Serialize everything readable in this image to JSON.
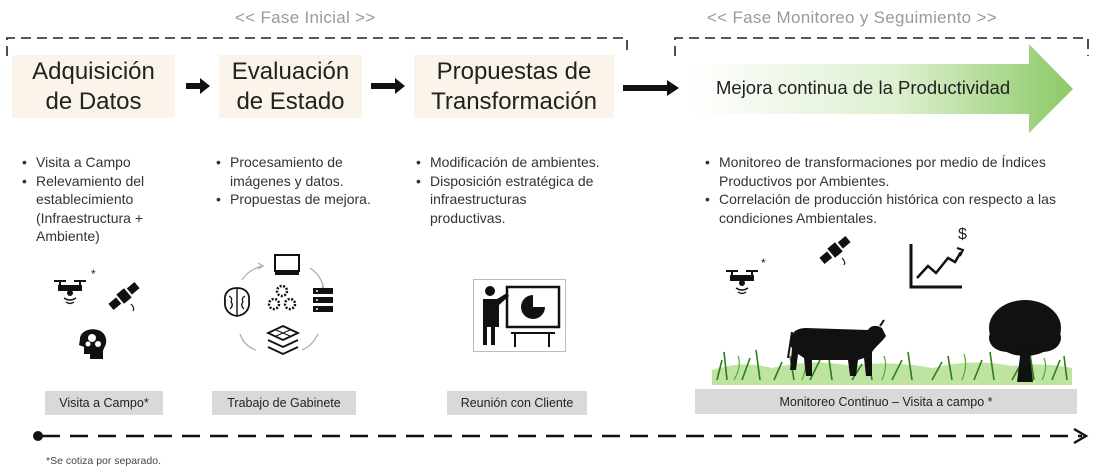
{
  "phases": {
    "initial": "<<  Fase Inicial  >>",
    "monitoring": "<<  Fase Monitoreo y Seguimiento  >>"
  },
  "steps": [
    {
      "title_line1": "Adquisición",
      "title_line2": "de Datos",
      "bullets": [
        "Visita a Campo",
        "Relevamiento del establecimiento (Infraestructura + Ambiente)"
      ],
      "label": "Visita a Campo*"
    },
    {
      "title_line1": "Evaluación",
      "title_line2": "de Estado",
      "bullets": [
        "Procesamiento de imágenes y datos.",
        "Propuestas de mejora."
      ],
      "label": "Trabajo de Gabinete"
    },
    {
      "title_line1": "Propuestas de",
      "title_line2": "Transformación",
      "bullets": [
        "Modificación de ambientes.",
        "Disposición estratégica de infraestructuras productivas."
      ],
      "label": "Reunión con Cliente"
    },
    {
      "title": "Mejora continua de la Productividad",
      "bullets": [
        "Monitoreo de transformaciones por medio de Índices Productivos por Ambientes.",
        "Correlación de producción histórica con respecto a las condiciones Ambientales."
      ],
      "label": "Monitoreo Continuo – Visita a campo *"
    }
  ],
  "icon_marks": {
    "asterisk": "*",
    "dollar": "$"
  },
  "footnote": "*Se cotiza por separado.",
  "colors": {
    "step_box": "#fbf4ea",
    "label_gray": "#d9d9d9",
    "arrow_green": "#8cc967",
    "phase_text": "#9a9a9a"
  }
}
